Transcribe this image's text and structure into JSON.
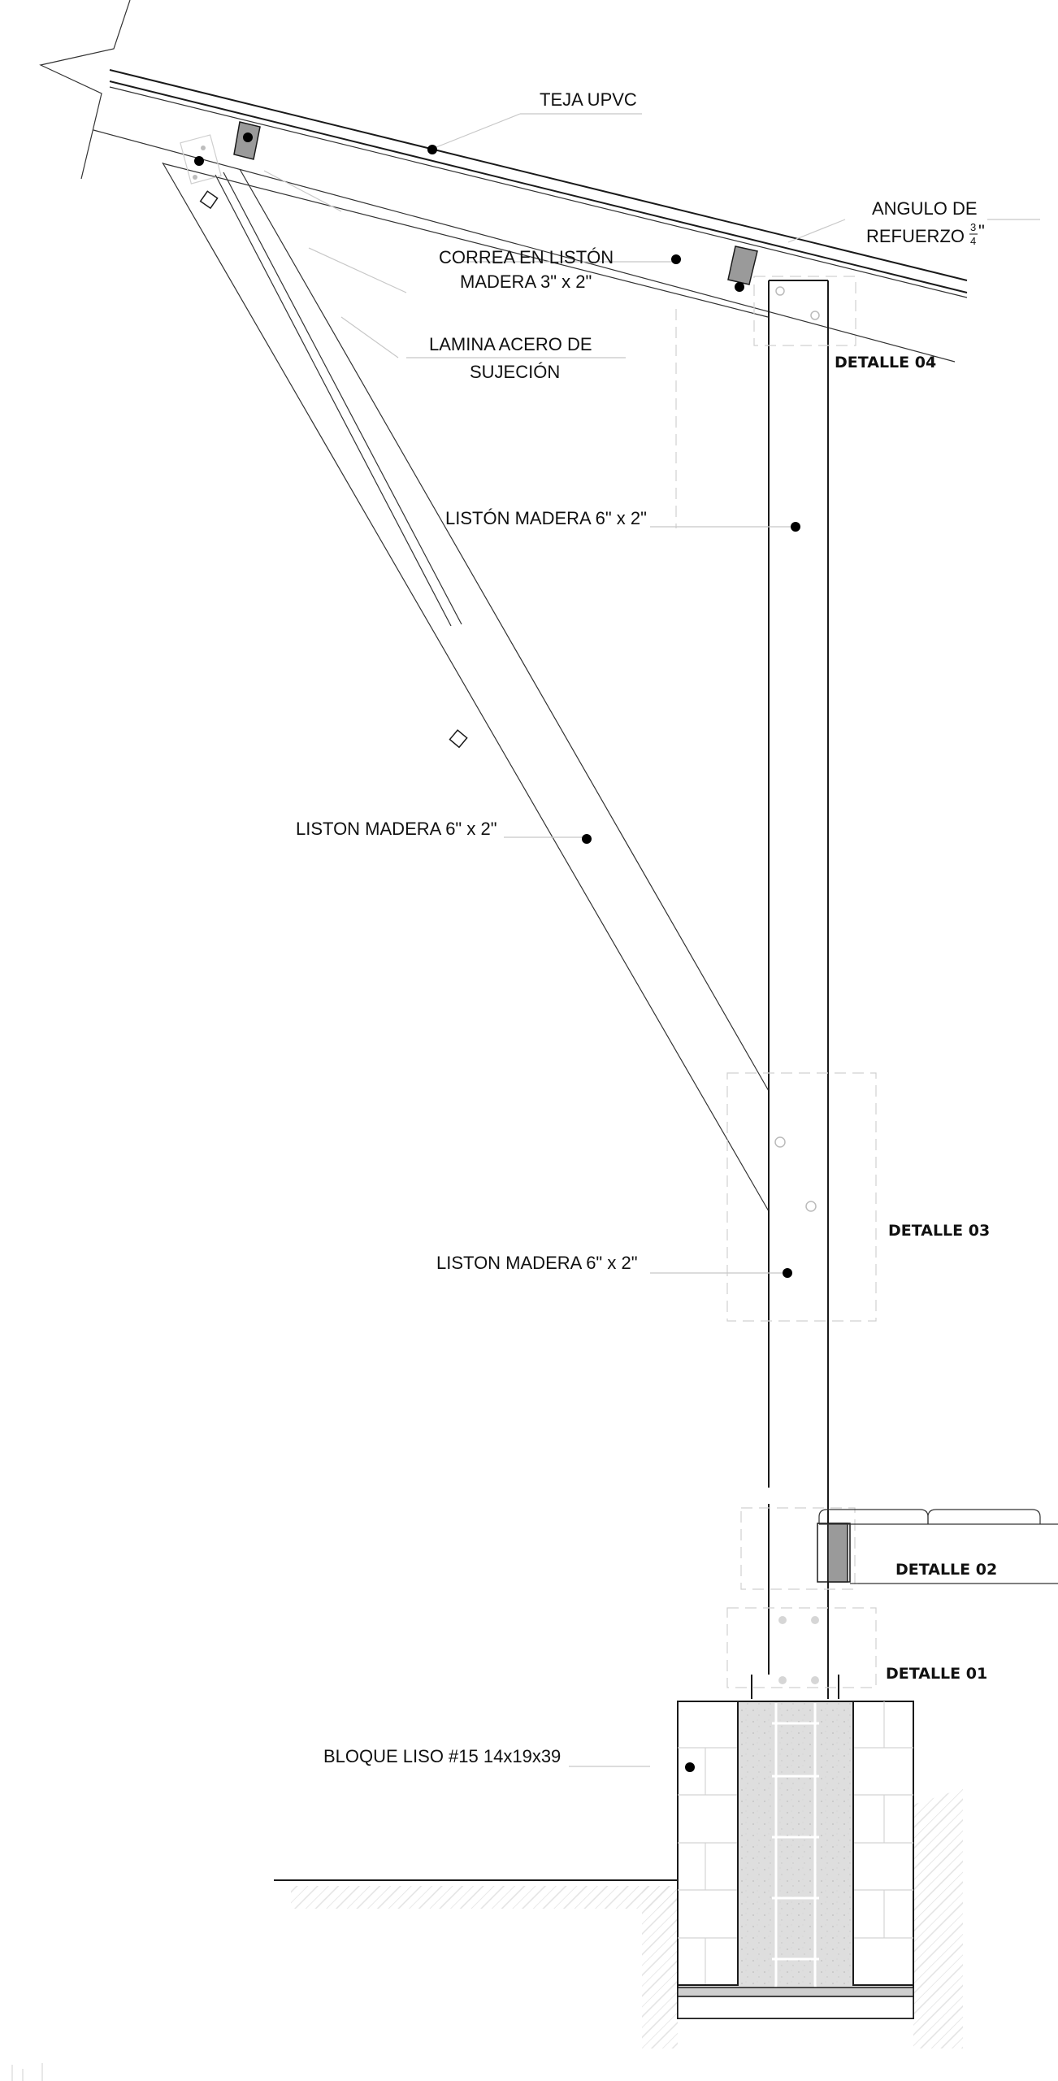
{
  "labels": {
    "teja": "TEJA UPVC",
    "angulo_line1": "ANGULO DE",
    "angulo_line2": "REFUERZO",
    "angulo_frac_num": "3",
    "angulo_frac_den": "4",
    "angulo_inch": "\"",
    "correa_line1": "CORREA EN LISTÓN",
    "correa_line2": "MADERA 3\" x 2\"",
    "lamina_line1": "LAMINA ACERO  DE",
    "lamina_line2": "SUJECIÓN",
    "liston_top": "LISTÓN MADERA 6\" x 2\"",
    "liston_diag": "LISTON MADERA 6\" x 2\"",
    "liston_mid": "LISTON MADERA 6\" x 2\"",
    "bloque": "BLOQUE LISO #15 14x19x39"
  },
  "details": {
    "d04": "DETALLE 04",
    "d03": "DETALLE 03",
    "d02": "DETALLE 02",
    "d01": "DETALLE 01"
  },
  "colors": {
    "line": "#1a1a1a",
    "purlin_fill": "#9a9a9a",
    "concrete_fill": "#dcdcdc",
    "hatch": "#e2e2e2"
  }
}
